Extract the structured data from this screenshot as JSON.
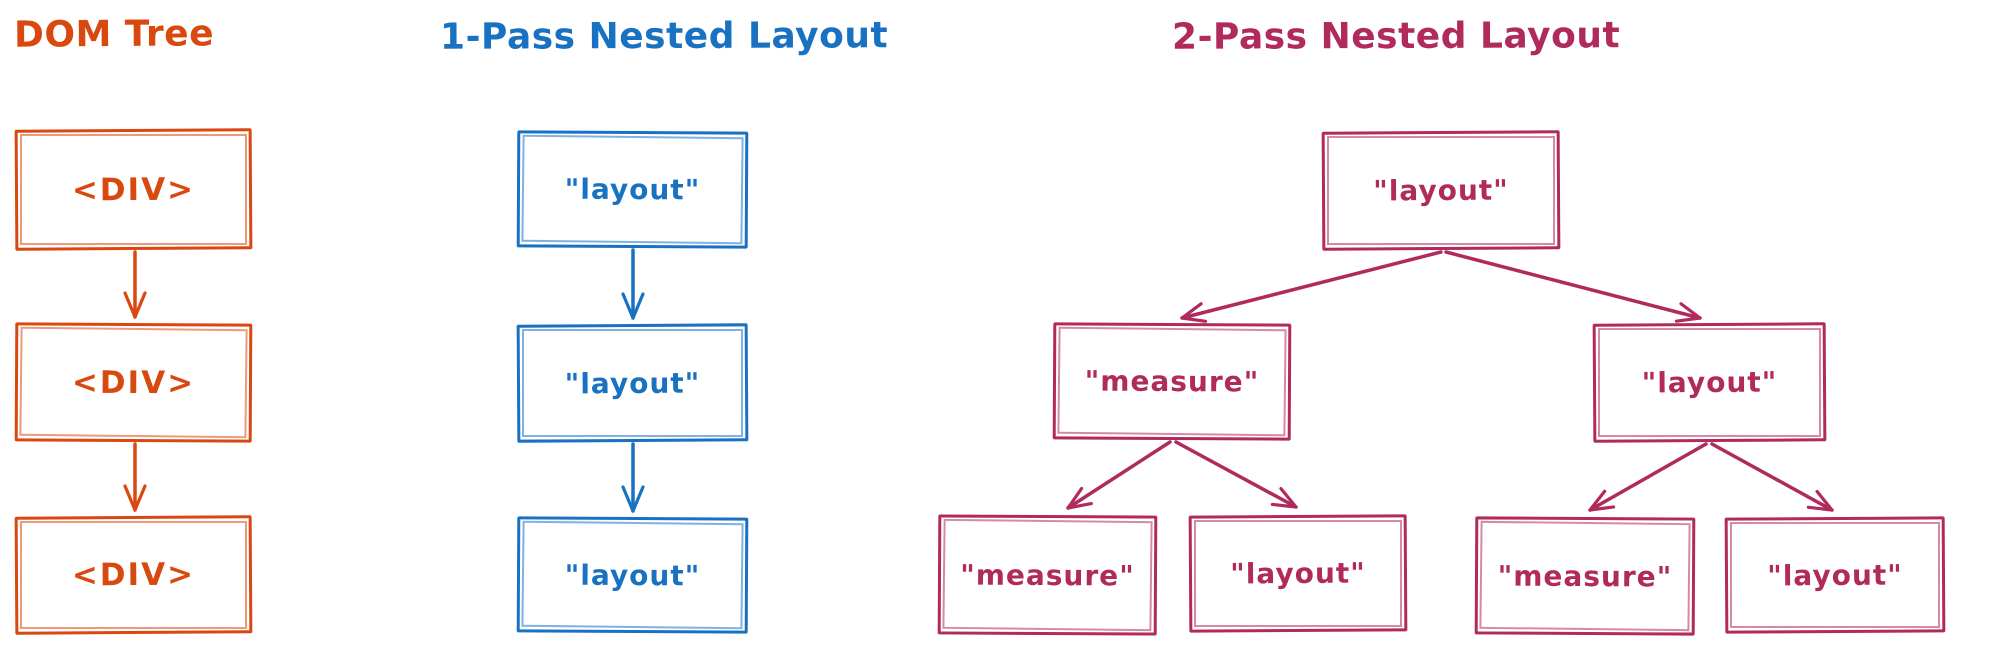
{
  "background": "#ffffff",
  "sections": [
    {
      "title": "DOM Tree",
      "color": "#d9480f",
      "nodes": [
        {
          "label": "<DIV>"
        },
        {
          "label": "<DIV>"
        },
        {
          "label": "<DIV>"
        }
      ]
    },
    {
      "title": "1-Pass Nested Layout",
      "color": "#1971c2",
      "nodes": [
        {
          "label": "\"layout\""
        },
        {
          "label": "\"layout\""
        },
        {
          "label": "\"layout\""
        }
      ]
    },
    {
      "title": "2-Pass Nested Layout",
      "color": "#b02a5c",
      "nodes": [
        {
          "label": "\"layout\""
        },
        {
          "label": "\"measure\""
        },
        {
          "label": "\"layout\""
        },
        {
          "label": "\"measure\""
        },
        {
          "label": "\"layout\""
        },
        {
          "label": "\"measure\""
        },
        {
          "label": "\"layout\""
        }
      ]
    }
  ]
}
